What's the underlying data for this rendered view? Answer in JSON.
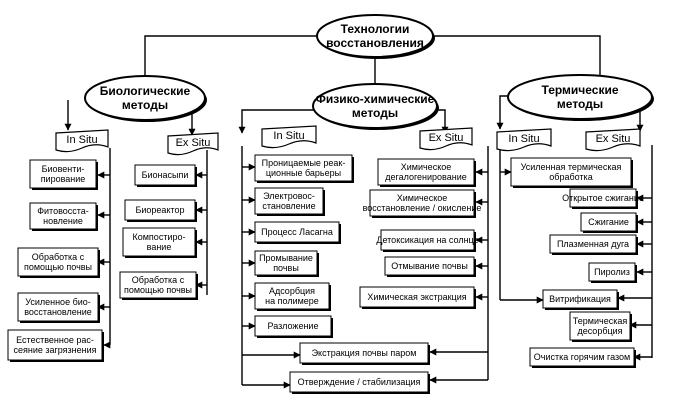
{
  "root": "Технологии восстановления",
  "methods": {
    "bio": "Биологические методы",
    "phys": "Физико-химические методы",
    "therm": "Термические методы"
  },
  "labels": {
    "in_situ": "In Situ",
    "ex_situ": "Ex Situ"
  },
  "bio_in_situ": [
    "Биовенти-пирование",
    "Фитовосста-новление",
    "Обработка с помощью почвы",
    "Усиленное био-восстановление",
    "Естественное рас-сеяние загрязнения"
  ],
  "bio_ex_situ": [
    "Бионасыпи",
    "Биореактор",
    "Компостиро-вание",
    "Обработка с помощью почвы"
  ],
  "phys_in_situ": [
    "Проницаемые реак-ционные барьеры",
    "Электровос-становление",
    "Процесс Ласагна",
    "Промывание почвы",
    "Адсорбция на полимере",
    "Разложение"
  ],
  "phys_ex_situ": [
    "Химическое дегалогенирование",
    "Химическое восстановление / окисление",
    "Детоксикация на солнце",
    "Отмывание почвы",
    "Химическая экстракция"
  ],
  "shared": [
    "Экстракция почвы паром",
    "Отверждение / стабилизация"
  ],
  "therm_in_situ": [
    "Усиленная термическая обработка"
  ],
  "therm_ex_situ": [
    "Открытое сжигание",
    "Сжигание",
    "Плазменная дуга",
    "Пиролиз"
  ],
  "therm_shared": [
    "Витрификация",
    "Термическая десорбция",
    "Очистка горячим газом"
  ]
}
